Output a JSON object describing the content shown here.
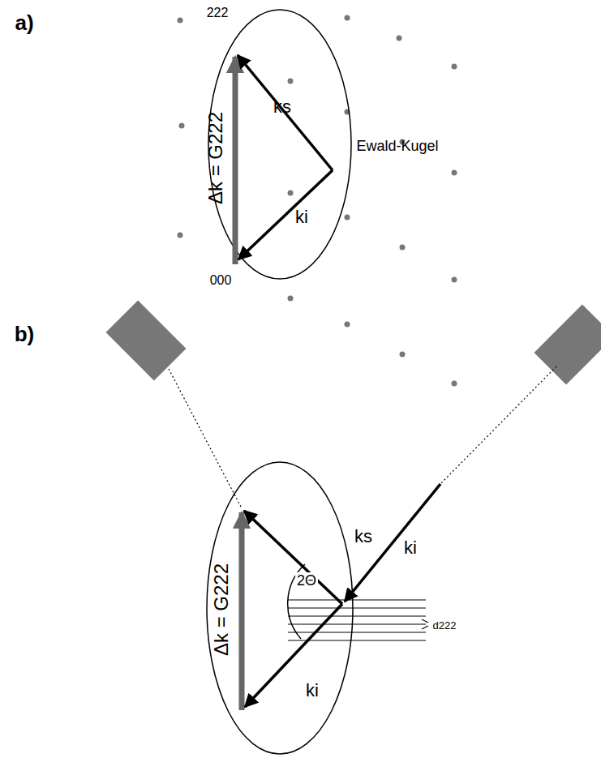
{
  "diagram": {
    "labels": [
      "a)",
      "222",
      "Ewald-Kugel",
      "Δk = G222",
      "ks",
      "ki",
      "000",
      "b)",
      "Δk = G222",
      "ks",
      "ki",
      "2Θ",
      "d222",
      "ki"
    ]
  }
}
